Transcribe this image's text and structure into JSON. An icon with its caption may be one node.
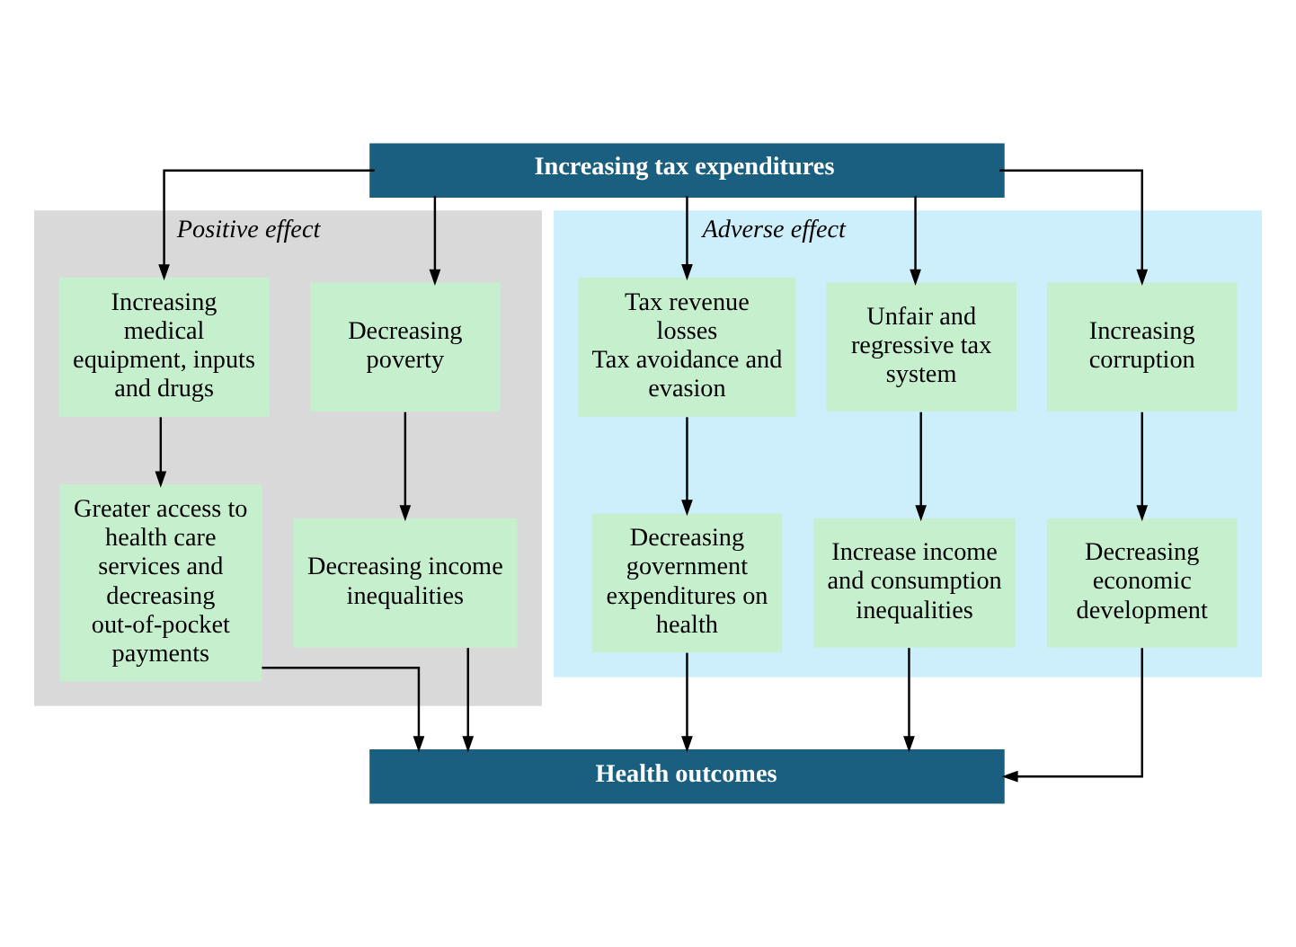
{
  "diagram": {
    "nodes": [
      {
        "text": [
          "Increasing tax expenditures"
        ]
      },
      {
        "text": [
          "Positive effect"
        ]
      },
      {
        "text": [
          "Adverse effect"
        ]
      },
      {
        "text": [
          "Increasing medical equipment, inputs and drugs"
        ],
        "in": 1
      },
      {
        "text": [
          "Decreasing poverty"
        ],
        "in": 1
      },
      {
        "text": [
          "Tax revenue losses",
          "Tax avoidance and evasion"
        ],
        "in": 2
      },
      {
        "text": [
          "Unfair and regressive tax system"
        ],
        "in": 2
      },
      {
        "text": [
          "Increasing corruption"
        ],
        "in": 2
      },
      {
        "text": [
          "Greater access to health care services and decreasing out-of-pocket payments"
        ],
        "in": 1
      },
      {
        "text": [
          "Decreasing income inequalities"
        ],
        "in": 1
      },
      {
        "text": [
          "Decreasing government expenditures on health"
        ],
        "in": 2
      },
      {
        "text": [
          "Increase income and consumption inequalities"
        ],
        "in": 2
      },
      {
        "text": [
          "Decreasing economic development"
        ],
        "in": 2
      },
      {
        "text": [
          "Health outcomes"
        ]
      }
    ],
    "edges": [
      {
        "from": 0,
        "to": 3,
        "arrow": "to"
      },
      {
        "from": 0,
        "to": 4,
        "arrow": "to"
      },
      {
        "from": 0,
        "to": 5,
        "arrow": "to"
      },
      {
        "from": 0,
        "to": 6,
        "arrow": "to"
      },
      {
        "from": 0,
        "to": 7,
        "arrow": "to"
      },
      {
        "from": 3,
        "to": 8,
        "arrow": "to"
      },
      {
        "from": 4,
        "to": 9,
        "arrow": "to"
      },
      {
        "from": 5,
        "to": 10,
        "arrow": "to"
      },
      {
        "from": 6,
        "to": 11,
        "arrow": "to"
      },
      {
        "from": 7,
        "to": 12,
        "arrow": "to"
      },
      {
        "from": 8,
        "to": 13,
        "arrow": "to"
      },
      {
        "from": 9,
        "to": 13,
        "arrow": "to"
      },
      {
        "from": 10,
        "to": 13,
        "arrow": "to"
      },
      {
        "from": 11,
        "to": 13,
        "arrow": "to"
      },
      {
        "from": 12,
        "to": 13,
        "arrow": "to"
      }
    ]
  }
}
